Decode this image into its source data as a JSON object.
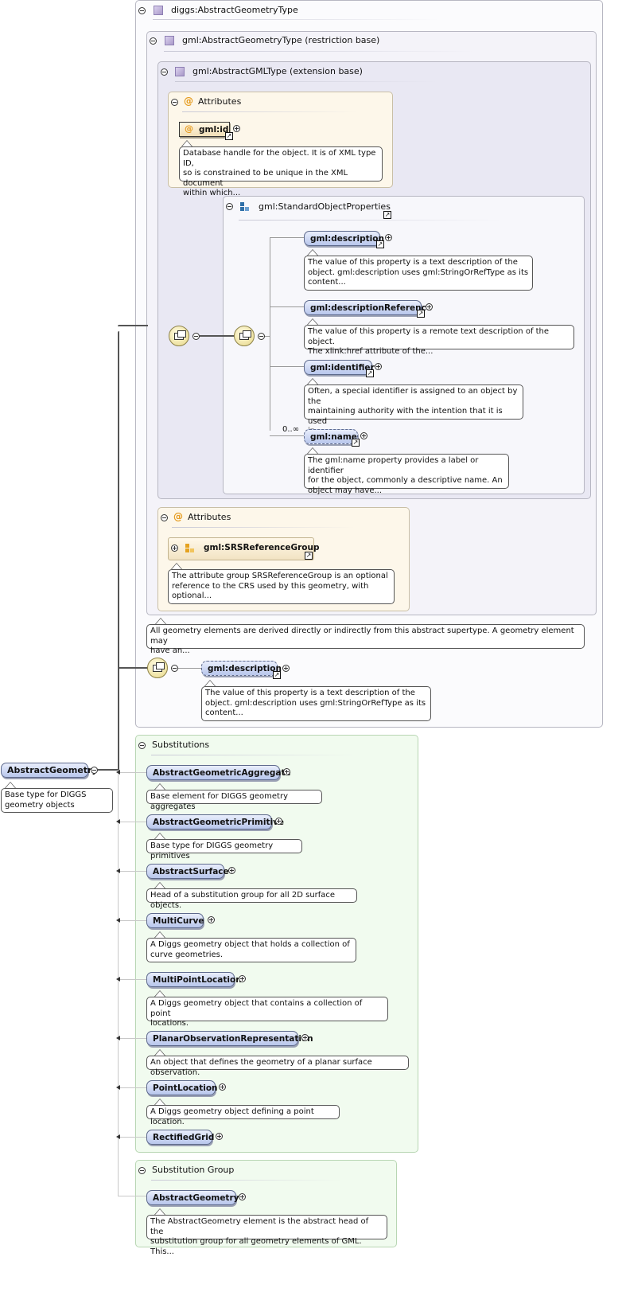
{
  "root": {
    "name": "AbstractGeometry",
    "doc": "Base type for DIGGS\ngeometry objects"
  },
  "type_panel": {
    "title": "diggs:AbstractGeometryType",
    "doc": "All geometry elements are derived directly or indirectly from this abstract supertype. A geometry element may\nhave an..."
  },
  "restriction": {
    "title": "gml:AbstractGeometryType (restriction base)"
  },
  "extension": {
    "title": "gml:AbstractGMLType (extension base)"
  },
  "attributes1": {
    "title": "Attributes",
    "attr_name": "gml:id",
    "attr_doc": "Database handle for the object. It is of XML type ID,\nso is constrained to be unique in the XML document\nwithin which..."
  },
  "std_props": {
    "title": "gml:StandardObjectProperties",
    "items": [
      {
        "name": "gml:description",
        "doc": "The value of this property is a text description of the\nobject. gml:description uses gml:StringOrRefType as its\ncontent..."
      },
      {
        "name": "gml:descriptionReference",
        "doc": "The value of this property is a remote text description of the object.\nThe xlink:href attribute of the..."
      },
      {
        "name": "gml:identifier",
        "doc": "Often, a special identifier is assigned to an object by the\nmaintaining authority with the intention that it is used\nin..."
      },
      {
        "name": "gml:name",
        "occurrence": "0..∞",
        "doc": "The gml:name property provides a label or identifier\nfor the object, commonly a descriptive name. An\nobject may have..."
      }
    ]
  },
  "attributes2": {
    "title": "Attributes",
    "group_name": "gml:SRSReferenceGroup",
    "group_doc": "The attribute group SRSReferenceGroup is an optional\nreference to the CRS used by this geometry, with\noptional..."
  },
  "extra_seq": {
    "name": "gml:description",
    "doc": "The value of this property is a text description of the\nobject. gml:description uses gml:StringOrRefType as its\ncontent..."
  },
  "substitutions": {
    "title": "Substitutions",
    "items": [
      {
        "name": "AbstractGeometricAggregate",
        "doc": "Base element for DIGGS geometry aggregates"
      },
      {
        "name": "AbstractGeometricPrimitive",
        "doc": "Base type for DIGGS geometry primitives"
      },
      {
        "name": "AbstractSurface",
        "doc": "Head of a substitution group for all 2D surface objects."
      },
      {
        "name": "MultiCurve",
        "doc": "A Diggs geometry object that holds a collection of\ncurve geometries."
      },
      {
        "name": "MultiPointLocation",
        "doc": "A Diggs geometry object that contains a collection of point\nlocations."
      },
      {
        "name": "PlanarObservationRepresentation",
        "doc": "An object that defines the geometry of a planar surface observation."
      },
      {
        "name": "PointLocation",
        "doc": "A Diggs geometry object defining a point location."
      },
      {
        "name": "RectifiedGrid",
        "doc": ""
      }
    ]
  },
  "substitution_group": {
    "title": "Substitution Group",
    "name": "AbstractGeometry",
    "doc": "The AbstractGeometry element is the abstract head of the\nsubstitution group for all geometry elements of GML. This..."
  },
  "icons": {
    "collapse": "minus-circle-icon",
    "expand": "plus-circle-icon",
    "type": "complex-type-icon",
    "attribute": "at-sign-icon",
    "group": "group-icon",
    "link": "link-arrow-icon",
    "compositor": "sequence-compositor-icon"
  },
  "colors": {
    "element_fill": "#c6d1f0",
    "attr_panel": "#fdf7ea",
    "subst_panel": "#f1fbef",
    "type_panel": "#f4f3f9",
    "attribute_icon": "#e59a1c"
  }
}
